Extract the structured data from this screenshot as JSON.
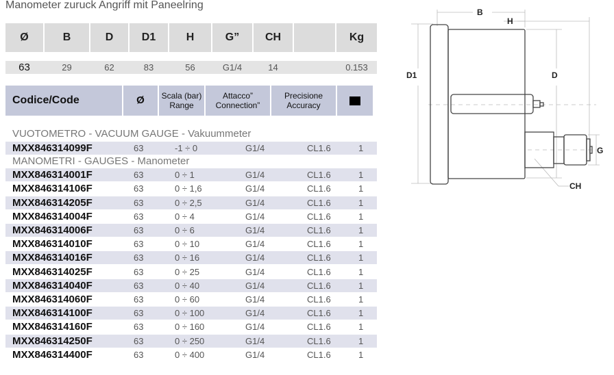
{
  "subtitle": "Manometer zuruck Angriff mit Paneelring",
  "dims": {
    "headers": [
      "Ø",
      "B",
      "D",
      "D1",
      "H",
      "G”",
      "CH",
      "",
      "Kg"
    ],
    "values": [
      "63",
      "29",
      "62",
      "83",
      "56",
      "G1/4",
      "14",
      "",
      "0.153"
    ]
  },
  "codes": {
    "headers": [
      "Codice/Code",
      "Ø",
      "Scala (bar)\nRange",
      "Attacco”\nConnection”",
      "Precisione\nAccuracy"
    ],
    "box_icon": "box-icon"
  },
  "categories": [
    {
      "title": "VUOTOMETRO - VACUUM GAUGE - Vakuummeter",
      "rows": [
        [
          "MXX846314099F",
          "63",
          "-1 ÷ 0",
          "G1/4",
          "CL1.6",
          "1"
        ]
      ]
    },
    {
      "title": "MANOMETRI - GAUGES - Manometer",
      "rows": [
        [
          "MXX846314001F",
          "63",
          "0 ÷ 1",
          "G1/4",
          "CL1.6",
          "1"
        ],
        [
          "MXX846314106F",
          "63",
          "0 ÷ 1,6",
          "G1/4",
          "CL1.6",
          "1"
        ],
        [
          "MXX846314205F",
          "63",
          "0 ÷ 2,5",
          "G1/4",
          "CL1.6",
          "1"
        ],
        [
          "MXX846314004F",
          "63",
          "0 ÷ 4",
          "G1/4",
          "CL1.6",
          "1"
        ],
        [
          "MXX846314006F",
          "63",
          "0 ÷ 6",
          "G1/4",
          "CL1.6",
          "1"
        ],
        [
          "MXX846314010F",
          "63",
          "0 ÷ 10",
          "G1/4",
          "CL1.6",
          "1"
        ],
        [
          "MXX846314016F",
          "63",
          "0 ÷ 16",
          "G1/4",
          "CL1.6",
          "1"
        ],
        [
          "MXX846314025F",
          "63",
          "0 ÷ 25",
          "G1/4",
          "CL1.6",
          "1"
        ],
        [
          "MXX846314040F",
          "63",
          "0 ÷ 40",
          "G1/4",
          "CL1.6",
          "1"
        ],
        [
          "MXX846314060F",
          "63",
          "0 ÷ 60",
          "G1/4",
          "CL1.6",
          "1"
        ],
        [
          "MXX846314100F",
          "63",
          "0 ÷ 100",
          "G1/4",
          "CL1.6",
          "1"
        ],
        [
          "MXX846314160F",
          "63",
          "0 ÷ 160",
          "G1/4",
          "CL1.6",
          "1"
        ],
        [
          "MXX846314250F",
          "63",
          "0 ÷ 250",
          "G1/4",
          "CL1.6",
          "1"
        ],
        [
          "MXX846314400F",
          "63",
          "0 ÷ 400",
          "G1/4",
          "CL1.6",
          "1"
        ]
      ]
    }
  ],
  "drawing": {
    "labels": {
      "B": "B",
      "H": "H",
      "D1": "D1",
      "D": "D",
      "G": "G",
      "CH": "CH"
    }
  }
}
